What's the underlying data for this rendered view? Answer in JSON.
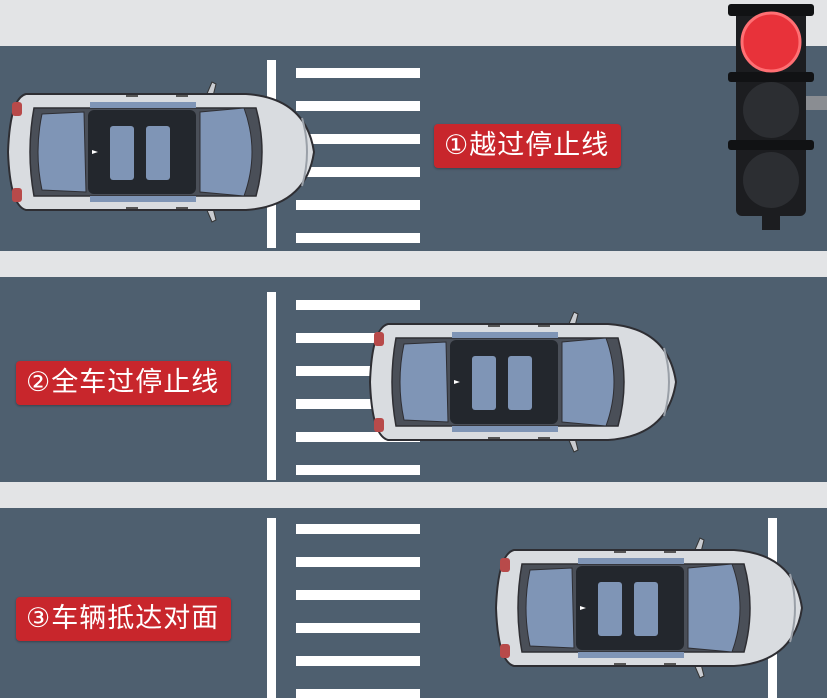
{
  "labels": {
    "step1": "①越过停止线",
    "step2": "②全车过停止线",
    "step3": "③车辆抵达对面"
  },
  "traffic_light": {
    "active": "red"
  },
  "colors": {
    "road": "#4e5f6f",
    "background": "#e3e4e6",
    "label_bg": "#c8262c",
    "label_text": "#ffffff",
    "red_light": "#e8323a",
    "car_body": "#d9dce0",
    "car_glass": "#7f95b6"
  }
}
